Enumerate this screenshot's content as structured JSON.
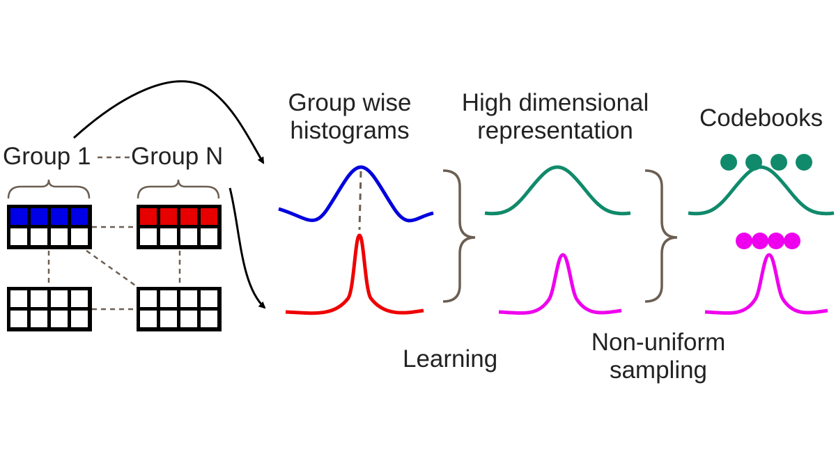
{
  "labels": {
    "group_1": "Group 1",
    "group_n": "Group N",
    "histograms": [
      "Group wise",
      "histograms"
    ],
    "high_dim": [
      "High dimensional",
      "representation"
    ],
    "codebooks": "Codebooks",
    "learning": "Learning",
    "sampling": [
      "Non-uniform",
      "sampling"
    ]
  },
  "colors": {
    "ink": "#000000",
    "text": "#222222",
    "brace": "#6b5e52",
    "group1_fill": "#0000e6",
    "groupn_fill": "#e60000",
    "hist_top": "#0000dd",
    "hist_bottom": "#ee0000",
    "green": "#108a6a",
    "magenta": "#ee00ee"
  },
  "codebook_points": {
    "top_count": 4,
    "bottom_count": 4
  }
}
